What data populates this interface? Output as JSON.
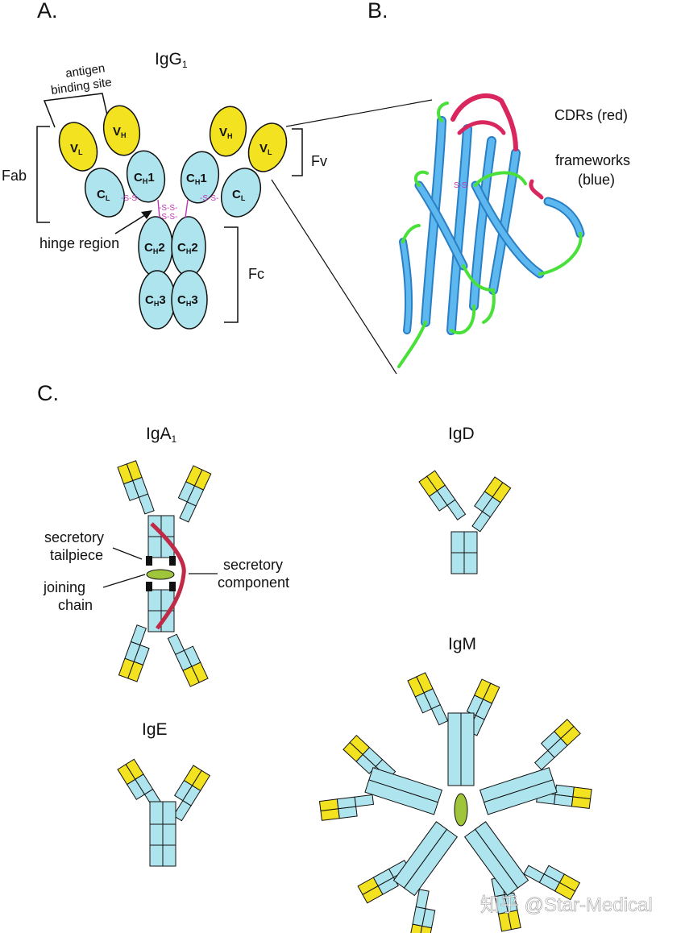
{
  "panels": {
    "a": "A.",
    "b": "B.",
    "c": "C."
  },
  "igg": {
    "title": "IgG",
    "title_sub": "1",
    "antigen_line1": "antigen",
    "antigen_line2": "binding site",
    "fab": "Fab",
    "fv": "Fv",
    "fc": "Fc",
    "hinge": "hinge region",
    "disulfide": "-S-S-",
    "disulfide_hinge": "-S-S-",
    "domains": {
      "vl": "V",
      "vl_sub": "L",
      "vh": "V",
      "vh_sub": "H",
      "ch1": "C",
      "ch1_sub": "H",
      "ch1_num": "1",
      "cl": "C",
      "cl_sub": "L",
      "ch2": "C",
      "ch2_sub": "H",
      "ch2_num": "2",
      "ch3": "C",
      "ch3_sub": "H",
      "ch3_num": "3"
    }
  },
  "structure": {
    "cdrs": "CDRs (red)",
    "frameworks_line1": "frameworks",
    "frameworks_line2": "(blue)",
    "ss": "S-S"
  },
  "iga": {
    "title": "IgA",
    "title_sub": "1",
    "secretory_tailpiece_1": "secretory",
    "secretory_tailpiece_2": "tailpiece",
    "joining_chain_1": "joining",
    "joining_chain_2": "chain",
    "secretory_component_1": "secretory",
    "secretory_component_2": "component"
  },
  "igd": {
    "title": "IgD"
  },
  "ige": {
    "title": "IgE"
  },
  "igm": {
    "title": "IgM"
  },
  "watermark": "知乎 @Star-Medical",
  "colors": {
    "heavy_fill": "#aee4ee",
    "variable_fill": "#f3e21f",
    "disulfide": "#c034b8",
    "cdr_red": "#d9265f",
    "framework_blue": "#4aa9e0",
    "loop_green": "#49e03a",
    "secretory_component": "#c02a46",
    "joining_chain": "#9fc63a"
  }
}
